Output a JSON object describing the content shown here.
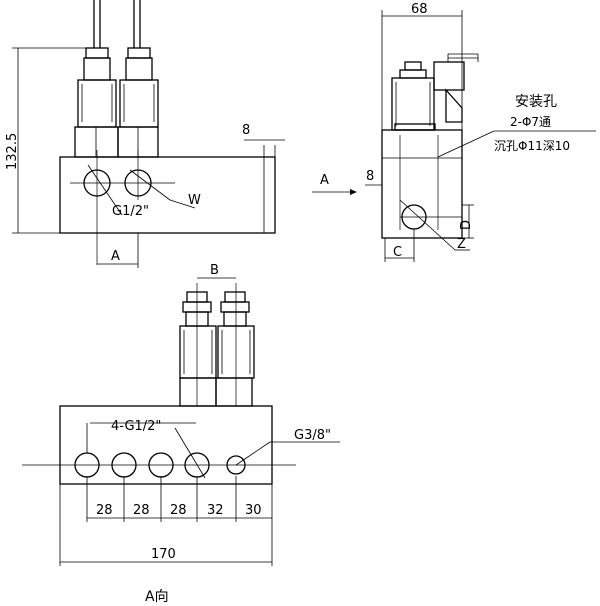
{
  "front_view": {
    "dim_height": "132.5",
    "dim_8": "8",
    "dim_A": "A",
    "label_port": "G1/2\"",
    "label_W": "W"
  },
  "side_view": {
    "dim_width": "68",
    "dim_8": "8",
    "dim_C": "C",
    "dim_D": "D",
    "label_Z": "Z",
    "arrow_A": "A",
    "note_mount": "安装孔",
    "note_thru": "2-Φ7通",
    "note_counterbore": "沉孔Φ11深10"
  },
  "bottom_view": {
    "dim_B": "B",
    "label_ports": "4-G1/2\"",
    "label_g38": "G3/8\"",
    "spacings": [
      "28",
      "28",
      "28",
      "32",
      "30"
    ],
    "dim_total": "170",
    "view_caption": "A向"
  }
}
